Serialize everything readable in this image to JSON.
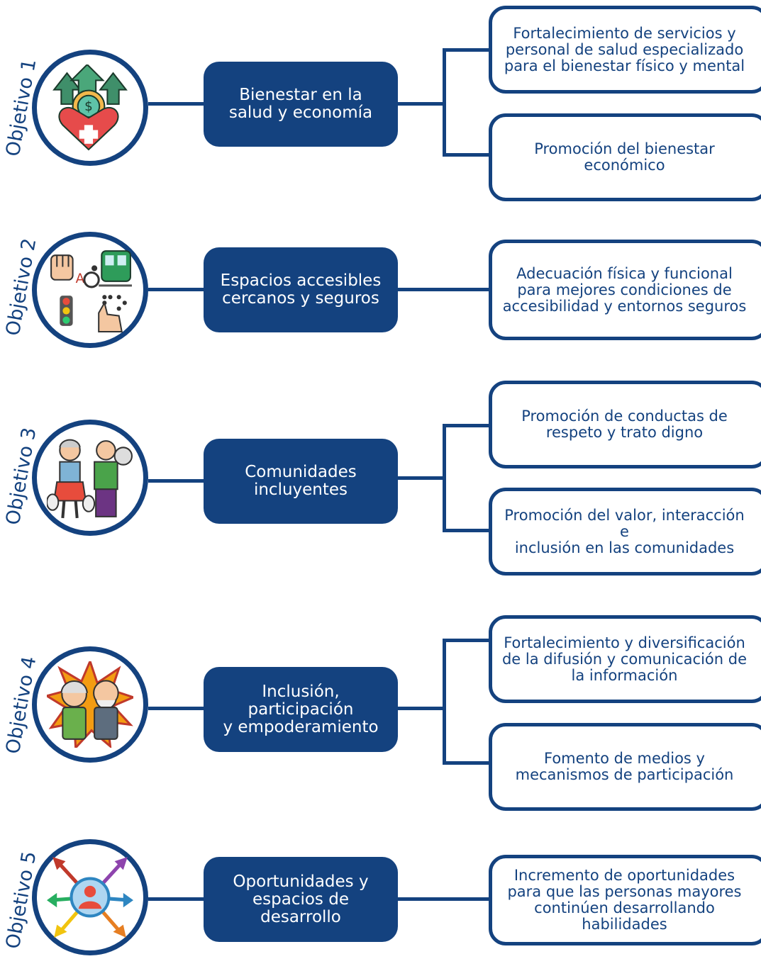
{
  "objectives": [
    {
      "label": "Objetivo 1",
      "icon": "money-heart-icon",
      "title_line1": "Bienestar en la",
      "title_line2": "salud y economía",
      "items": [
        {
          "line1": "Fortalecimiento de servicios y",
          "line2": "personal de salud especializado",
          "line3": "para el bienestar físico y mental"
        },
        {
          "line1": "Promoción del bienestar",
          "line2": "económico"
        }
      ]
    },
    {
      "label": "Objetivo 2",
      "icon": "accessibility-icon",
      "title_line1": "Espacios accesibles",
      "title_line2": "cercanos y seguros",
      "items": [
        {
          "line1": "Adecuación física y funcional",
          "line2": "para mejores condiciones de",
          "line3": "accesibilidad y entornos seguros"
        }
      ]
    },
    {
      "label": "Objetivo 3",
      "icon": "elderly-couple-icon",
      "title_line1": "Comunidades",
      "title_line2": "incluyentes",
      "items": [
        {
          "line1": "Promoción de conductas de",
          "line2": "respeto y trato digno"
        },
        {
          "line1": "Promoción del valor, interacción e",
          "line2": "inclusión en las comunidades"
        }
      ]
    },
    {
      "label": "Objetivo 4",
      "icon": "elderly-empowerment-icon",
      "title_line1": "Inclusión, participación",
      "title_line2": "y empoderamiento",
      "items": [
        {
          "line1": "Fortalecimiento y diversificación",
          "line2": "de la difusión y comunicación de",
          "line3": "la información"
        },
        {
          "line1": "Fomento de medios y",
          "line2": "mecanismos de participación"
        }
      ]
    },
    {
      "label": "Objetivo 5",
      "icon": "person-arrows-icon",
      "title_line1": "Oportunidades y",
      "title_line2": "espacios de desarrollo",
      "items": [
        {
          "line1": "Incremento de oportunidades",
          "line2": "para que las personas mayores",
          "line3": "continúen desarrollando",
          "line4": "habilidades"
        }
      ]
    }
  ],
  "colors": {
    "primary": "#14427f",
    "background": "#ffffff"
  }
}
